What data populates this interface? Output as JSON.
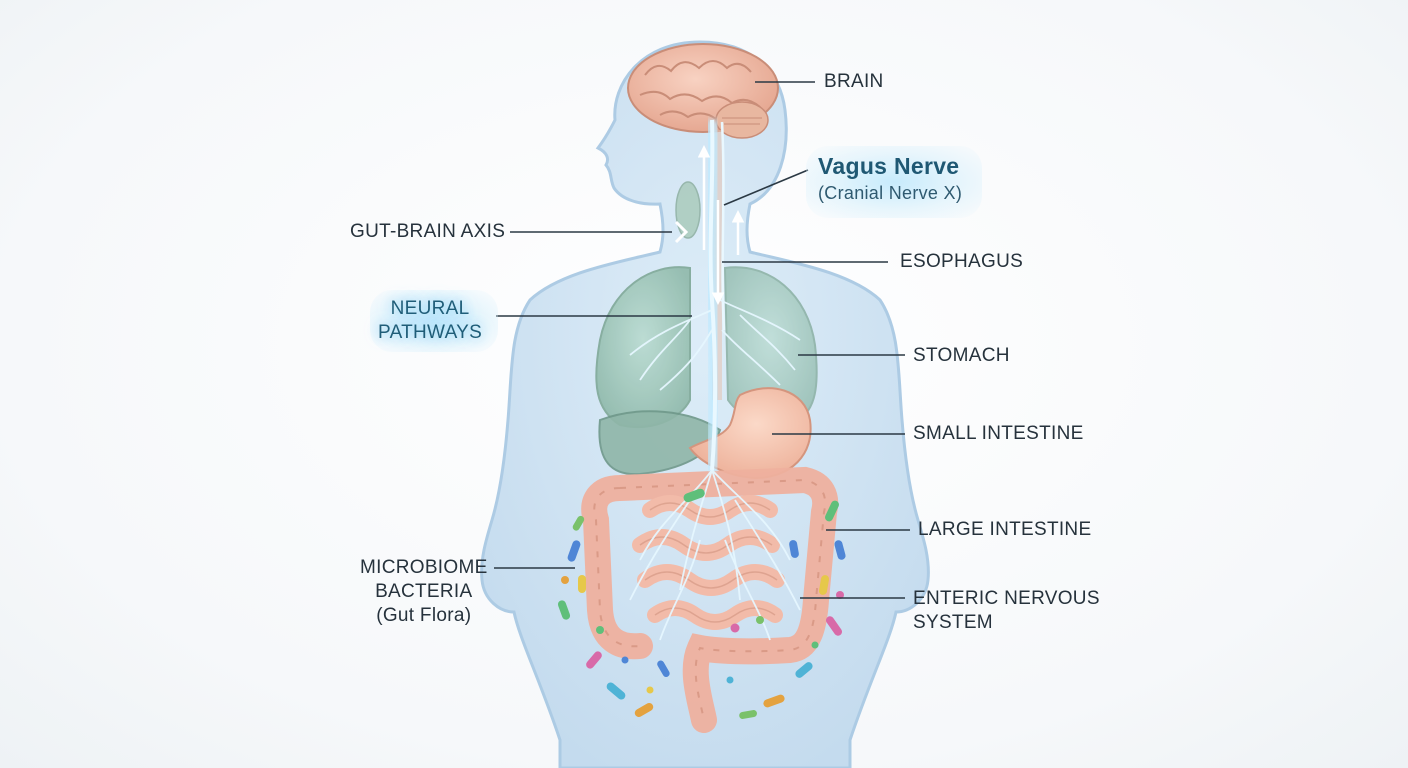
{
  "labels": {
    "brain": "BRAIN",
    "vagus_title": "Vagus Nerve",
    "vagus_sub": "(Cranial Nerve X)",
    "gut_brain_axis": "GUT-BRAIN AXIS",
    "esophagus": "ESOPHAGUS",
    "neural_line1": "NEURAL",
    "neural_line2": "PATHWAYS",
    "stomach": "STOMACH",
    "small_intestine": "SMALL INTESTINE",
    "large_intestine": "LARGE INTESTINE",
    "microbiome_line1": "MICROBIOME",
    "microbiome_line2": "BACTERIA",
    "microbiome_line3": "(Gut Flora)",
    "enteric_line1": "ENTERIC NERVOUS",
    "enteric_line2": "SYSTEM"
  },
  "colors": {
    "body_fill": "#cfe3f3",
    "body_outline": "#a9c9e3",
    "brain": "#f0b9a5",
    "nerve": "#8fd3f0",
    "lung": "#9cc4b6",
    "liver": "#86b0a2",
    "stomach": "#f4c3ae",
    "intestine": "#f0b3a3",
    "leader_line": "#2b3944"
  }
}
